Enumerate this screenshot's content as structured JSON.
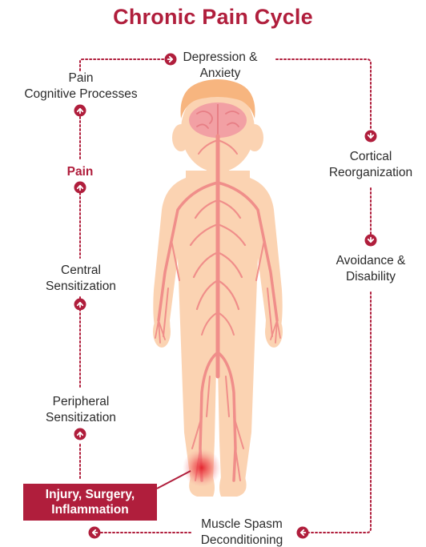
{
  "title": "Chronic Pain Cycle",
  "nodes": {
    "depression": [
      "Depression &",
      "Anxiety"
    ],
    "pain_cognitive": [
      "Pain",
      "Cognitive Processes"
    ],
    "cortical": [
      "Cortical",
      "Reorganization"
    ],
    "pain": "Pain",
    "avoidance": [
      "Avoidance &",
      "Disability"
    ],
    "central": [
      "Central",
      "Sensitization"
    ],
    "peripheral": [
      "Peripheral",
      "Sensitization"
    ],
    "injury": [
      "Injury, Surgery,",
      "Inflammation"
    ],
    "muscle": [
      "Muscle Spasm",
      "Deconditioning"
    ]
  },
  "colors": {
    "accent": "#b01e3c",
    "skin": "#fbd3b2",
    "nerve": "#f08e8a",
    "brain": "#f2a0a4",
    "hair": "#f7b57f"
  },
  "icons": [
    "arrow-circle-up-icon",
    "arrow-circle-right-icon",
    "arrow-circle-down-icon",
    "arrow-circle-left-icon"
  ]
}
